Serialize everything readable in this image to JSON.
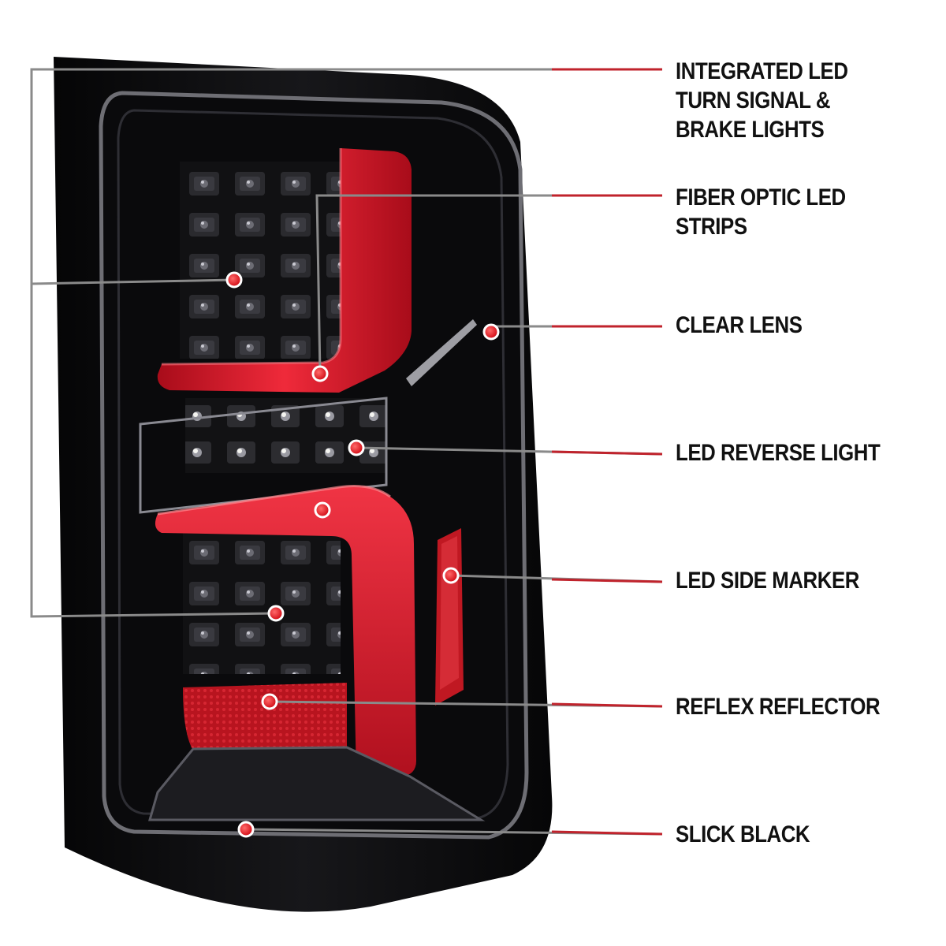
{
  "features": [
    {
      "id": "integrated-led",
      "label": "INTEGRATED LED\nTURN SIGNAL &\nBRAKE LIGHTS"
    },
    {
      "id": "fiber-optic",
      "label": "FIBER OPTIC LED STRIPS"
    },
    {
      "id": "clear-lens",
      "label": "CLEAR LENS"
    },
    {
      "id": "led-reverse",
      "label": "LED REVERSE LIGHT"
    },
    {
      "id": "led-side-marker",
      "label": "LED SIDE MARKER"
    },
    {
      "id": "reflex-reflector",
      "label": "REFLEX REFLECTOR"
    },
    {
      "id": "slick-black",
      "label": "SLICK BLACK"
    }
  ],
  "colors": {
    "leader_line": "#8a8a8a",
    "label_accent": "#c0232c",
    "marker_dot": "#e0101c",
    "housing": "#0c0c0e",
    "light_bar": "#d8182a"
  }
}
